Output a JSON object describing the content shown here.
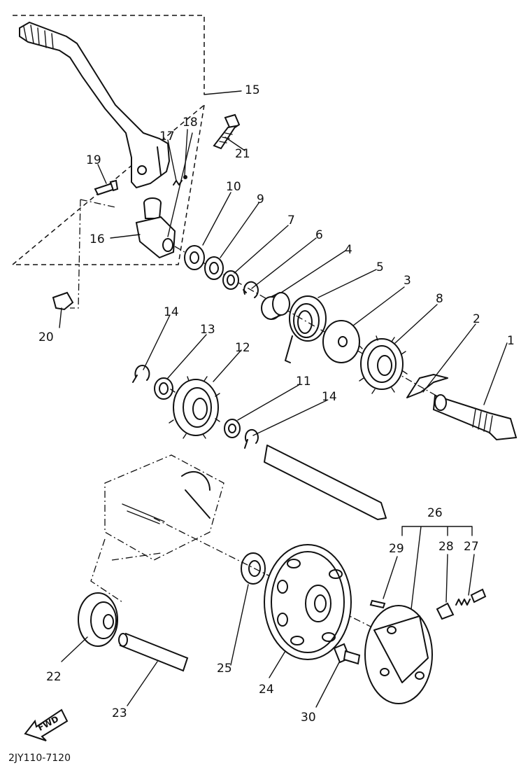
{
  "diagram_code": "2JY110-7120",
  "fwd_label": "FWD",
  "labels": [
    "1",
    "2",
    "3",
    "4",
    "5",
    "6",
    "7",
    "8",
    "9",
    "10",
    "11",
    "12",
    "13",
    "14",
    "14",
    "15",
    "16",
    "17",
    "18",
    "19",
    "20",
    "21",
    "22",
    "23",
    "24",
    "25",
    "26",
    "27",
    "28",
    "29",
    "30"
  ]
}
